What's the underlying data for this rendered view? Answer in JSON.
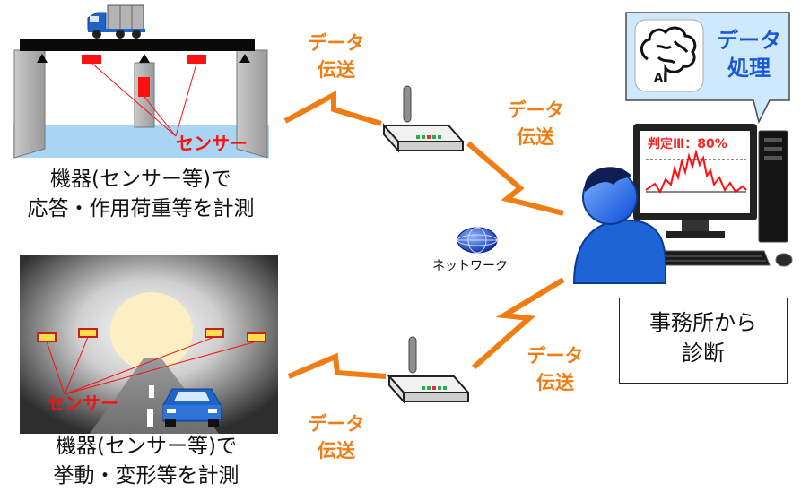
{
  "bridge": {
    "sensor_label": "センサー",
    "caption_line1": "機器(センサー等)で",
    "caption_line2": "応答・作用荷重等を計測"
  },
  "tunnel": {
    "sensor_label": "センサー",
    "caption_line1": "機器(センサー等)で",
    "caption_line2": "挙動・変形等を計測"
  },
  "transfers": [
    {
      "line1": "データ",
      "line2": "伝送"
    },
    {
      "line1": "データ",
      "line2": "伝送"
    },
    {
      "line1": "データ",
      "line2": "伝送"
    },
    {
      "line1": "データ",
      "line2": "伝送"
    }
  ],
  "network": {
    "label": "ネットワーク"
  },
  "ai_bubble": {
    "ai_text": "AI",
    "line1": "データ",
    "line2": "処理"
  },
  "monitor": {
    "screen_text": "判定Ⅲ：80%"
  },
  "office": {
    "line1": "事務所から",
    "line2": "診断"
  },
  "colors": {
    "accent_orange": "#f07d14",
    "sensor_red": "#ff1010",
    "text_blue": "#1a56d8",
    "water": "#a9d4f2",
    "bubble": "#cde9fb"
  }
}
